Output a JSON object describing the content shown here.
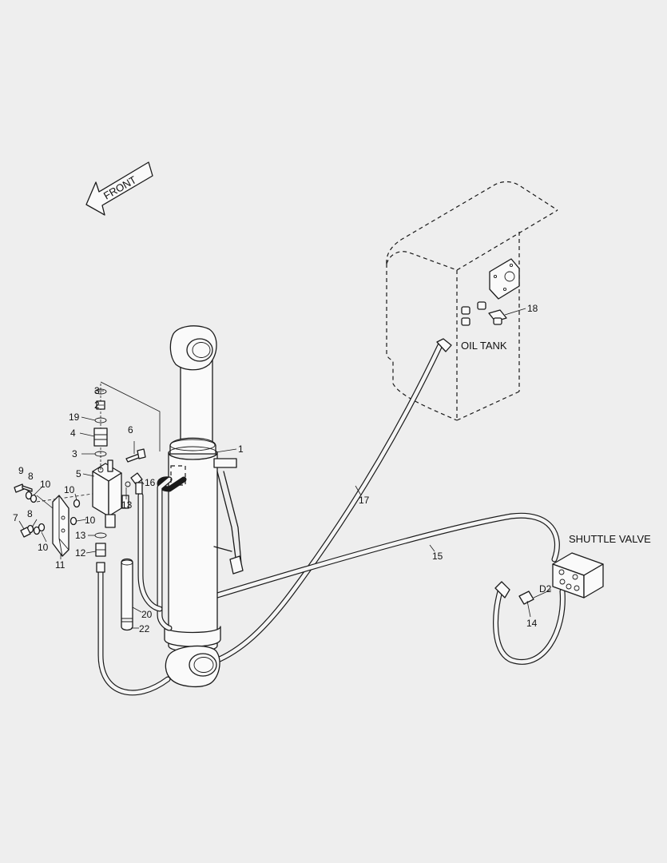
{
  "direction_arrow": {
    "label": "FRONT"
  },
  "components": {
    "oil_tank": {
      "label": "OIL TANK"
    },
    "shuttle_valve": {
      "label": "SHUTTLE VALVE",
      "port_label": "D2"
    }
  },
  "callouts": [
    {
      "id": "c1",
      "text": "1"
    },
    {
      "id": "c3a",
      "text": "3"
    },
    {
      "id": "c2",
      "text": "2"
    },
    {
      "id": "c19",
      "text": "19"
    },
    {
      "id": "c4",
      "text": "4"
    },
    {
      "id": "c3b",
      "text": "3"
    },
    {
      "id": "c6",
      "text": "6"
    },
    {
      "id": "c5",
      "text": "5"
    },
    {
      "id": "c16",
      "text": "16"
    },
    {
      "id": "c13a",
      "text": "13"
    },
    {
      "id": "c9",
      "text": "9"
    },
    {
      "id": "c8a",
      "text": "8"
    },
    {
      "id": "c10a",
      "text": "10"
    },
    {
      "id": "c10b",
      "text": "10"
    },
    {
      "id": "c10c",
      "text": "10"
    },
    {
      "id": "c8b",
      "text": "8"
    },
    {
      "id": "c7",
      "text": "7"
    },
    {
      "id": "c10d",
      "text": "10"
    },
    {
      "id": "c13b",
      "text": "13"
    },
    {
      "id": "c12",
      "text": "12"
    },
    {
      "id": "c11",
      "text": "11"
    },
    {
      "id": "c20",
      "text": "20"
    },
    {
      "id": "c22",
      "text": "22"
    },
    {
      "id": "c17",
      "text": "17"
    },
    {
      "id": "c15",
      "text": "15"
    },
    {
      "id": "c18",
      "text": "18"
    },
    {
      "id": "c14",
      "text": "14"
    }
  ]
}
